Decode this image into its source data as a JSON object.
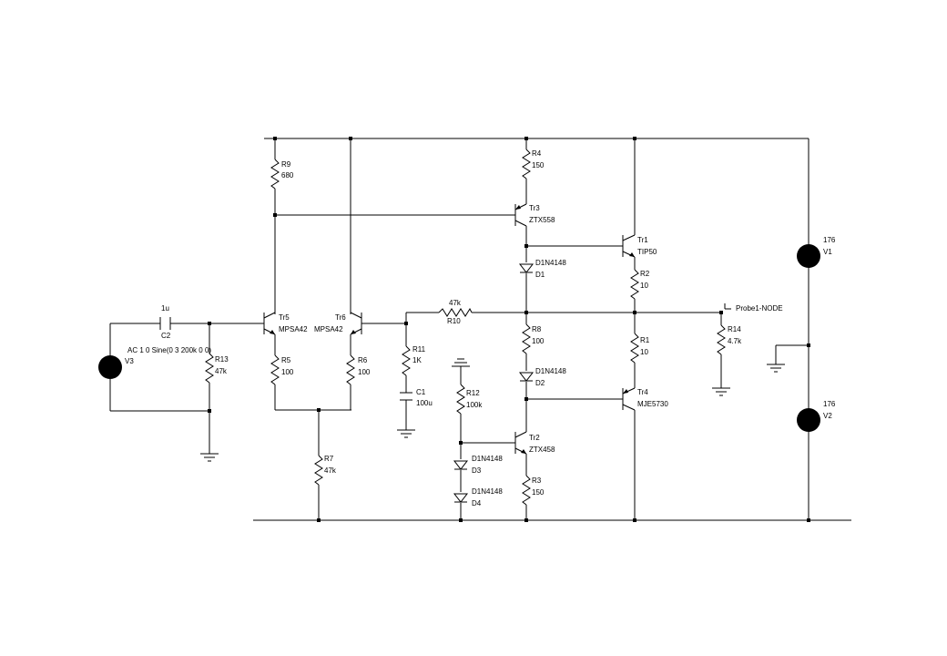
{
  "components": {
    "R9": {
      "ref": "R9",
      "value": "680"
    },
    "R4": {
      "ref": "R4",
      "value": "150"
    },
    "R5": {
      "ref": "R5",
      "value": "100"
    },
    "R6": {
      "ref": "R6",
      "value": "100"
    },
    "R7": {
      "ref": "R7",
      "value": "47k"
    },
    "R8": {
      "ref": "R8",
      "value": "100"
    },
    "R2": {
      "ref": "R2",
      "value": "10"
    },
    "R1": {
      "ref": "R1",
      "value": "10"
    },
    "R3": {
      "ref": "R3",
      "value": "150"
    },
    "R10": {
      "ref": "R10",
      "value": "47k"
    },
    "R11": {
      "ref": "R11",
      "value": "1K"
    },
    "R12": {
      "ref": "R12",
      "value": "100k"
    },
    "R13": {
      "ref": "R13",
      "value": "47k"
    },
    "R14": {
      "ref": "R14",
      "value": "4.7k"
    },
    "C1": {
      "ref": "C1",
      "value": "100u"
    },
    "C2": {
      "ref": "C2",
      "value": "1u"
    },
    "Tr1": {
      "ref": "Tr1",
      "value": "TIP50"
    },
    "Tr2": {
      "ref": "Tr2",
      "value": "ZTX458"
    },
    "Tr3": {
      "ref": "Tr3",
      "value": "ZTX558"
    },
    "Tr4": {
      "ref": "Tr4",
      "value": "MJE5730"
    },
    "Tr5": {
      "ref": "Tr5",
      "value": "MPSA42"
    },
    "Tr6": {
      "ref": "Tr6",
      "value": "MPSA42"
    },
    "D1": {
      "ref": "D1",
      "value": "D1N4148"
    },
    "D2": {
      "ref": "D2",
      "value": "D1N4148"
    },
    "D3": {
      "ref": "D3",
      "value": "D1N4148"
    },
    "D4": {
      "ref": "D4",
      "value": "D1N4148"
    },
    "V1": {
      "ref": "V1",
      "value": "176"
    },
    "V2": {
      "ref": "V2",
      "value": "176"
    },
    "V3": {
      "ref": "V3",
      "value": "AC 1 0 Sine(0 3 200k 0 0)"
    }
  },
  "probe": {
    "label": "Probe1-NODE"
  }
}
